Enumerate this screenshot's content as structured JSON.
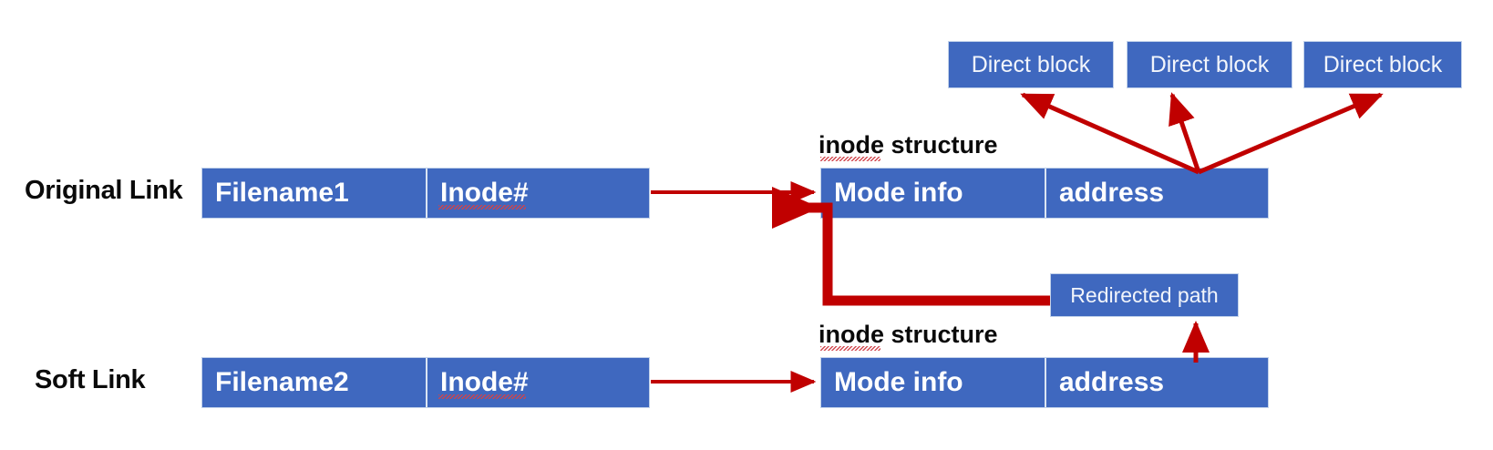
{
  "diagram": {
    "title": "Hard link vs Soft link inode diagram",
    "colors": {
      "block_fill": "#3f68bf",
      "block_border": "#c2d2ea",
      "arrow_red": "#c00000",
      "text_dark": "#0a0a0a",
      "text_light": "#ffffff",
      "background": "#ffffff"
    }
  },
  "rows": {
    "original": {
      "label": "Original Link",
      "filename_cell": "Filename1",
      "inode_cell": "Inode#",
      "caption": "inode structure",
      "mode_cell": "Mode info",
      "address_cell": "address"
    },
    "soft": {
      "label": "Soft Link",
      "filename_cell": "Filename2",
      "inode_cell": "Inode#",
      "caption": "inode structure",
      "mode_cell": "Mode info",
      "address_cell": "address"
    }
  },
  "direct_blocks": [
    {
      "label": "Direct block"
    },
    {
      "label": "Direct block"
    },
    {
      "label": "Direct block"
    }
  ],
  "redirected_path": {
    "label": "Redirected path"
  }
}
